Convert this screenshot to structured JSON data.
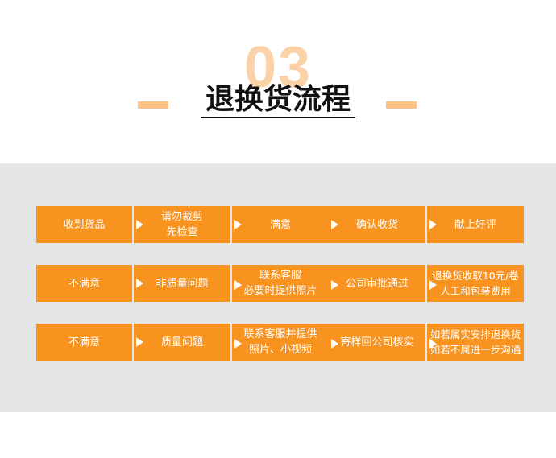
{
  "header": {
    "number": "03",
    "title": "退换货流程"
  },
  "colors": {
    "accent": "#f7931e",
    "number_tint": "#fbd1a7",
    "decoration": "#fbc28a",
    "band": "#e6e6e6"
  },
  "rows": [
    {
      "steps": [
        "收到货品",
        "请勿裁剪\n先检查",
        "满意",
        "确认收货",
        "献上好评"
      ]
    },
    {
      "steps": [
        "不满意",
        "非质量问题",
        "联系客服\n必要时提供照片",
        "公司审批通过",
        "退换货收取10元/卷\n人工和包装费用"
      ]
    },
    {
      "steps": [
        "不满意",
        "质量问题",
        "联系客服并提供\n照片、小视频",
        "寄样回公司核实",
        "如若属实安排退换货\n如若不属进一步沟通"
      ]
    }
  ]
}
